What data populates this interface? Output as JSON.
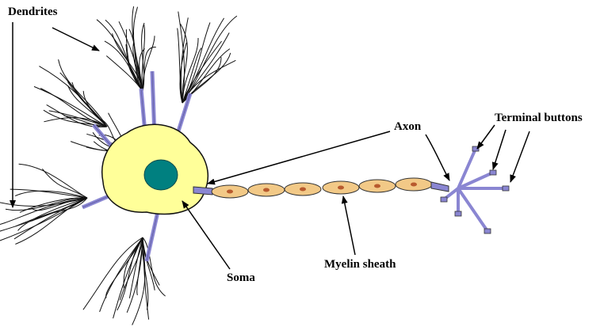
{
  "labels": {
    "dendrites": "Dendrites",
    "axon": "Axon",
    "terminal_buttons": "Terminal buttons",
    "soma": "Soma",
    "myelin_sheath": "Myelin sheath"
  },
  "colors": {
    "soma_fill": "#ffff99",
    "nucleus_fill": "#008080",
    "process_fill": "#8a86d2",
    "myelin_fill": "#f2c987",
    "myelin_dot": "#b85a2e",
    "line": "#111111"
  },
  "myelin_segment_count": 6
}
